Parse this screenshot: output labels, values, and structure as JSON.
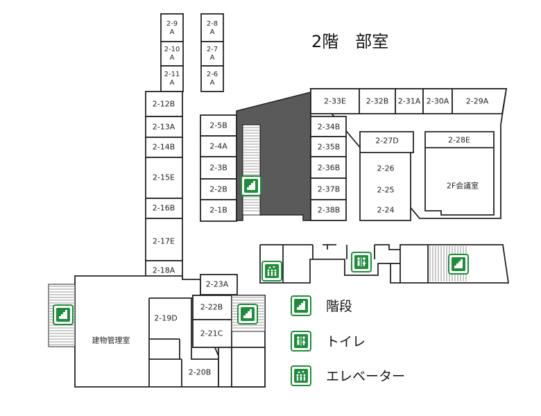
{
  "title": "2階　部室",
  "colors": {
    "accent": "#1e8c3a",
    "stair_core": "#5a5a5a"
  },
  "rooms": {
    "r2_9a": "2-9\nA",
    "r2_8a": "2-8\nA",
    "r2_10a": "2-10\nA",
    "r2_7a": "2-7\nA",
    "r2_11a": "2-11\nA",
    "r2_6a": "2-6\nA",
    "r2_12b": "2-12B",
    "r2_13a": "2-13A",
    "r2_14b": "2-14B",
    "r2_15e": "2-15E",
    "r2_16b": "2-16B",
    "r2_17e": "2-17E",
    "r2_18a": "2-18A",
    "r2_5b": "2-5B",
    "r2_4a": "2-4A",
    "r2_3b": "2-3B",
    "r2_2b": "2-2B",
    "r2_1b": "2-1B",
    "r2_33e": "2-33E",
    "r2_32b": "2-32B",
    "r2_31a": "2-31A",
    "r2_30a": "2-30A",
    "r2_29a": "2-29A",
    "r2_34b": "2-34B",
    "r2_35b": "2-35B",
    "r2_36b": "2-36B",
    "r2_37b": "2-37B",
    "r2_38b": "2-38B",
    "r2_27d": "2-27D",
    "r2_26": "2-26",
    "r2_25": "2-25",
    "r2_24": "2-24",
    "r2_28e": "2-28E",
    "r2f_conf": "2F会議室",
    "r2_23a": "2-23A",
    "r2_22b": "2-22B",
    "r2_21c": "2-21C",
    "r2_20b": "2-20B",
    "r2_19d": "2-19D",
    "bldg_mgmt": "建物管理室"
  },
  "legend": [
    {
      "icon": "stairs-icon",
      "label": "階段"
    },
    {
      "icon": "toilet-icon",
      "label": "トイレ"
    },
    {
      "icon": "elevator-icon",
      "label": "エレベーター"
    }
  ]
}
